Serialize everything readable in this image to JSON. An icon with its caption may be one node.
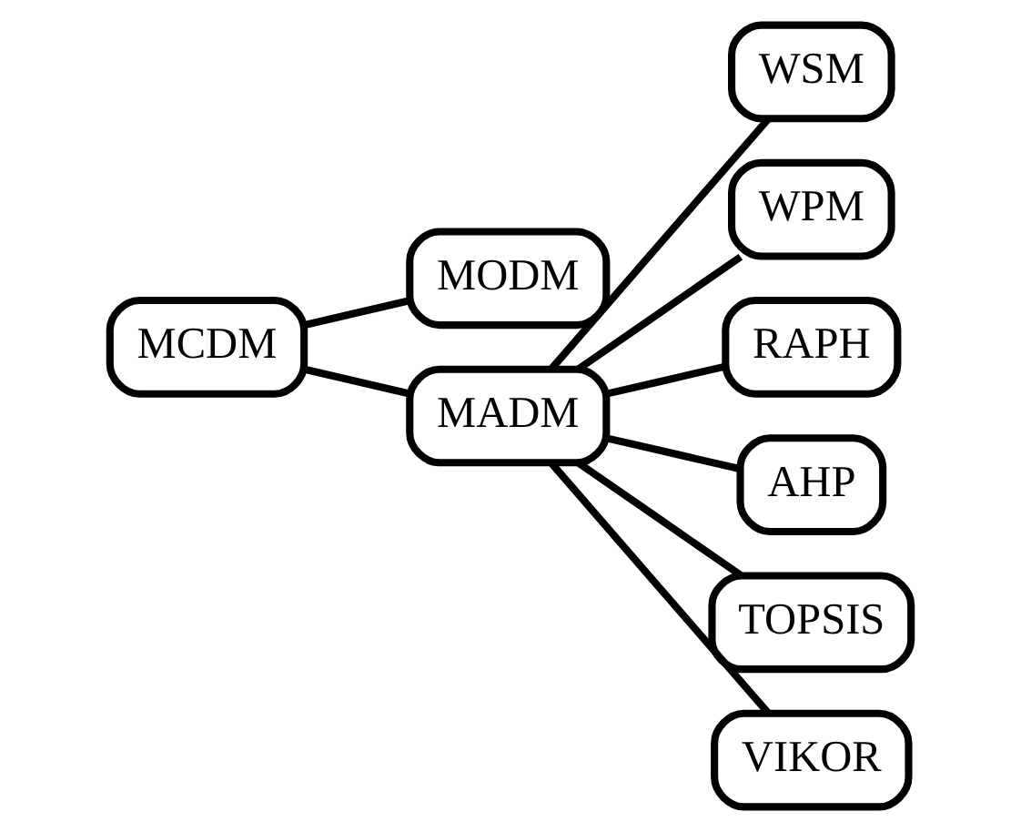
{
  "diagram": {
    "nodes": [
      {
        "text": [
          "MCDM"
        ]
      },
      {
        "text": [
          "MODM"
        ]
      },
      {
        "text": [
          "MADM"
        ]
      },
      {
        "text": [
          "WSM"
        ]
      },
      {
        "text": [
          "WPM"
        ]
      },
      {
        "text": [
          "RAPH"
        ]
      },
      {
        "text": [
          "AHP"
        ]
      },
      {
        "text": [
          "TOPSIS"
        ]
      },
      {
        "text": [
          "VIKOR"
        ]
      }
    ],
    "edges": [
      {
        "from": 0,
        "to": 1,
        "arrow": "none"
      },
      {
        "from": 0,
        "to": 2,
        "arrow": "none"
      },
      {
        "from": 2,
        "to": 3,
        "arrow": "none"
      },
      {
        "from": 2,
        "to": 4,
        "arrow": "none"
      },
      {
        "from": 2,
        "to": 5,
        "arrow": "none"
      },
      {
        "from": 2,
        "to": 6,
        "arrow": "none"
      },
      {
        "from": 2,
        "to": 7,
        "arrow": "none"
      },
      {
        "from": 2,
        "to": 8,
        "arrow": "none"
      }
    ]
  }
}
